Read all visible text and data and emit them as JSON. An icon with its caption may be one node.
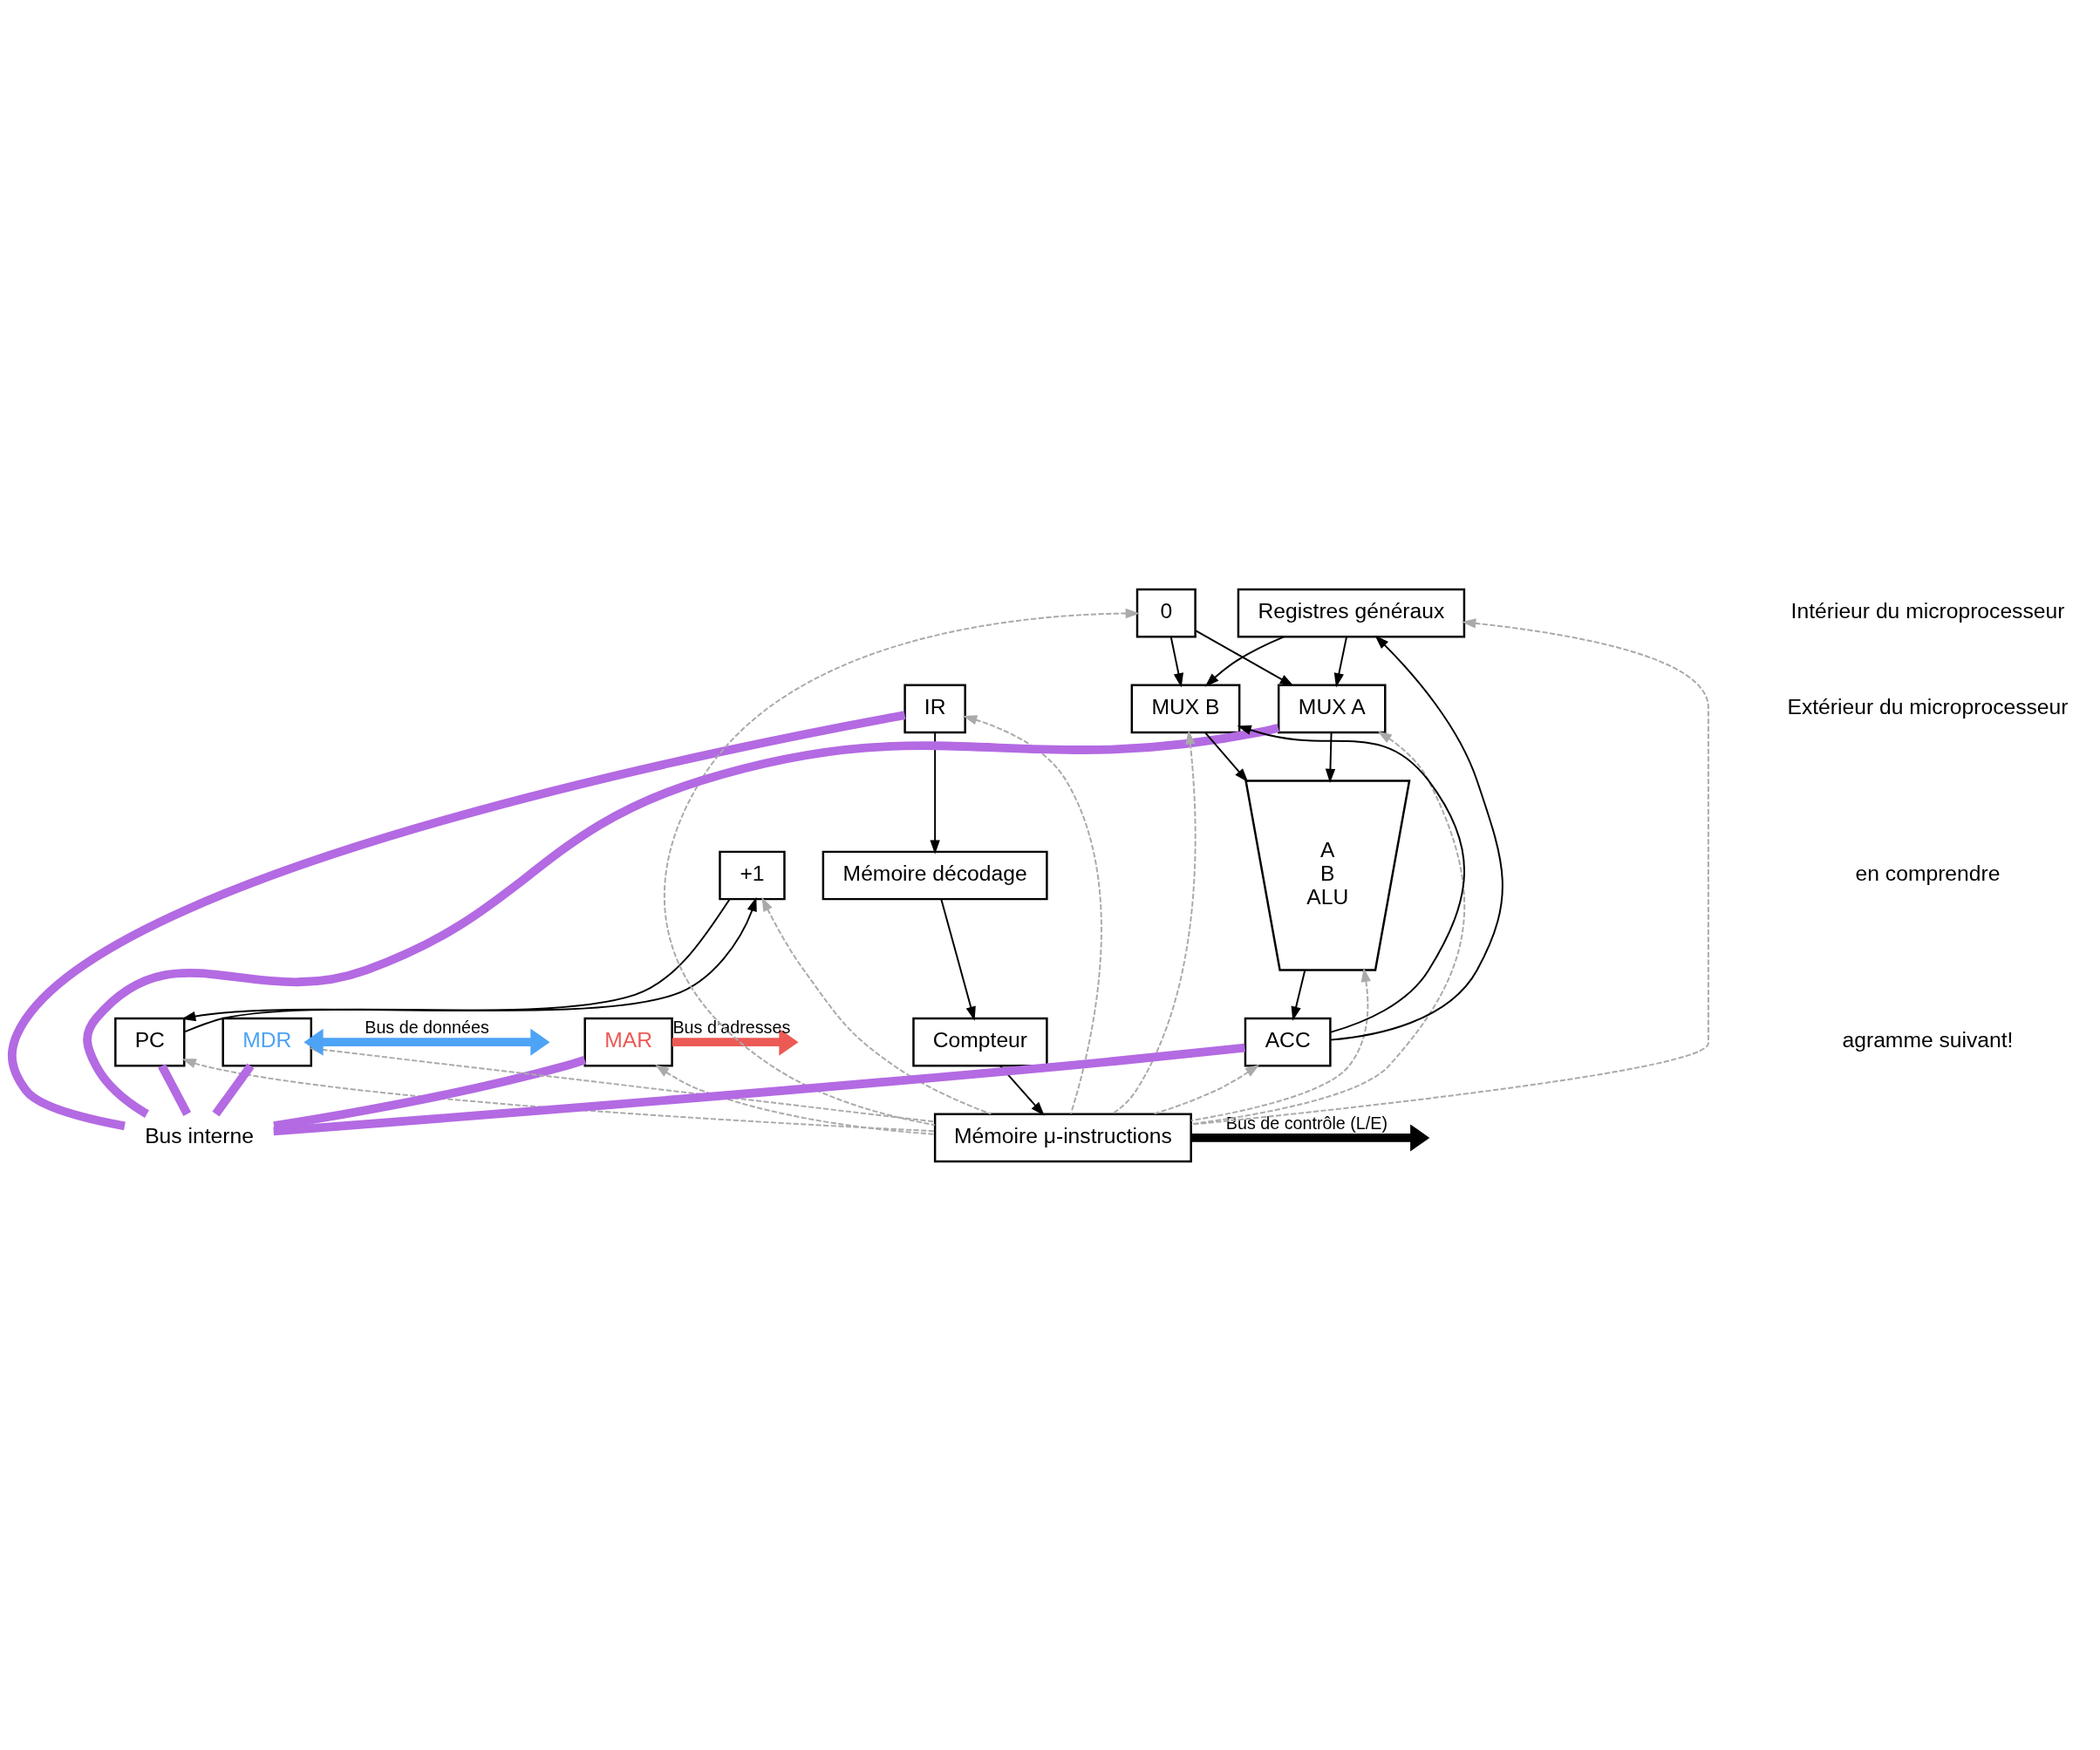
{
  "diagram": {
    "nodes": [
      {
        "text": [
          "+1"
        ]
      },
      {
        "text": [
          "PC"
        ]
      },
      {
        "text": [
          "MAR"
        ]
      },
      {
        "text": [
          "MDR"
        ]
      },
      {
        "text": [
          "IR"
        ]
      },
      {
        "text": [
          "Mémoire décodage"
        ]
      },
      {
        "text": [
          "Compteur"
        ]
      },
      {
        "text": [
          "Mémoire μ-instructions"
        ]
      },
      {
        "text": [
          "Registres généraux"
        ]
      },
      {
        "text": [
          "0"
        ]
      },
      {
        "text": [
          "MUX A"
        ]
      },
      {
        "text": [
          "MUX B"
        ]
      },
      {
        "text": [
          "A",
          "B",
          "ALU"
        ]
      },
      {
        "text": [
          "ACC"
        ]
      },
      {
        "text": [
          "Bus interne"
        ]
      }
    ],
    "edges": [
      {
        "from": 1,
        "to": 0,
        "arrow": "to"
      },
      {
        "from": 0,
        "to": 1,
        "arrow": "to"
      },
      {
        "from": 4,
        "to": 5,
        "arrow": "to"
      },
      {
        "from": 5,
        "to": 6,
        "arrow": "to"
      },
      {
        "from": 6,
        "to": 7,
        "arrow": "to"
      },
      {
        "from": 8,
        "to": 10,
        "arrow": "to"
      },
      {
        "from": 8,
        "to": 11,
        "arrow": "to"
      },
      {
        "from": 9,
        "to": 10,
        "arrow": "to"
      },
      {
        "from": 9,
        "to": 11,
        "arrow": "to"
      },
      {
        "from": 10,
        "to": 12,
        "arrow": "to"
      },
      {
        "from": 11,
        "to": 12,
        "arrow": "to"
      },
      {
        "from": 12,
        "to": 13,
        "arrow": "to"
      },
      {
        "from": 13,
        "to": 8,
        "arrow": "to"
      },
      {
        "from": 13,
        "to": 11,
        "arrow": "to"
      },
      {
        "from": 4,
        "to": 14,
        "arrow": "none",
        "style": "thick",
        "color": "#b36ae2"
      },
      {
        "from": 1,
        "to": 14,
        "arrow": "none",
        "style": "thick",
        "color": "#b36ae2"
      },
      {
        "from": 2,
        "to": 14,
        "arrow": "none",
        "style": "thick",
        "color": "#b36ae2"
      },
      {
        "from": 3,
        "to": 14,
        "arrow": "none",
        "style": "thick",
        "color": "#b36ae2"
      },
      {
        "from": 10,
        "to": 14,
        "arrow": "none",
        "style": "thick",
        "color": "#b36ae2"
      },
      {
        "from": 13,
        "to": 14,
        "arrow": "none",
        "style": "thick",
        "color": "#b36ae2"
      },
      {
        "from": 7,
        "to": 4,
        "arrow": "to",
        "style": "dashed",
        "color": "#aaaaaa"
      },
      {
        "from": 7,
        "to": 0,
        "arrow": "to",
        "style": "dashed",
        "color": "#aaaaaa"
      },
      {
        "from": 7,
        "to": 1,
        "arrow": "to",
        "style": "dashed",
        "color": "#aaaaaa"
      },
      {
        "from": 7,
        "to": 2,
        "arrow": "to",
        "style": "dashed",
        "color": "#aaaaaa"
      },
      {
        "from": 7,
        "to": 3,
        "arrow": "to",
        "style": "dashed",
        "color": "#aaaaaa"
      },
      {
        "from": 7,
        "to": 8,
        "arrow": "to",
        "style": "dashed",
        "color": "#aaaaaa"
      },
      {
        "from": 7,
        "to": 9,
        "arrow": "to",
        "style": "dashed",
        "color": "#aaaaaa"
      },
      {
        "from": 7,
        "to": 10,
        "arrow": "to",
        "style": "dashed",
        "color": "#aaaaaa"
      },
      {
        "from": 7,
        "to": 11,
        "arrow": "to",
        "style": "dashed",
        "color": "#aaaaaa"
      },
      {
        "from": 7,
        "to": 12,
        "arrow": "to",
        "style": "dashed",
        "color": "#aaaaaa"
      },
      {
        "from": 7,
        "to": 13,
        "arrow": "to",
        "style": "dashed",
        "color": "#aaaaaa"
      },
      {
        "from": 2,
        "to": null,
        "arrow": "to",
        "label": "Bus d’adresses",
        "style": "thick",
        "color": "#ec5a55"
      },
      {
        "from": 3,
        "to": null,
        "arrow": "both",
        "label": "Bus de données",
        "style": "thick",
        "color": "#4da3f5"
      },
      {
        "from": 7,
        "to": null,
        "arrow": "to",
        "label": "Bus de contrôle (L/E)",
        "style": "thick"
      }
    ],
    "labels": [
      "Intérieur du microprocesseur",
      "Extérieur du microprocesseur",
      "en comprendre",
      "agramme suivant!"
    ]
  }
}
